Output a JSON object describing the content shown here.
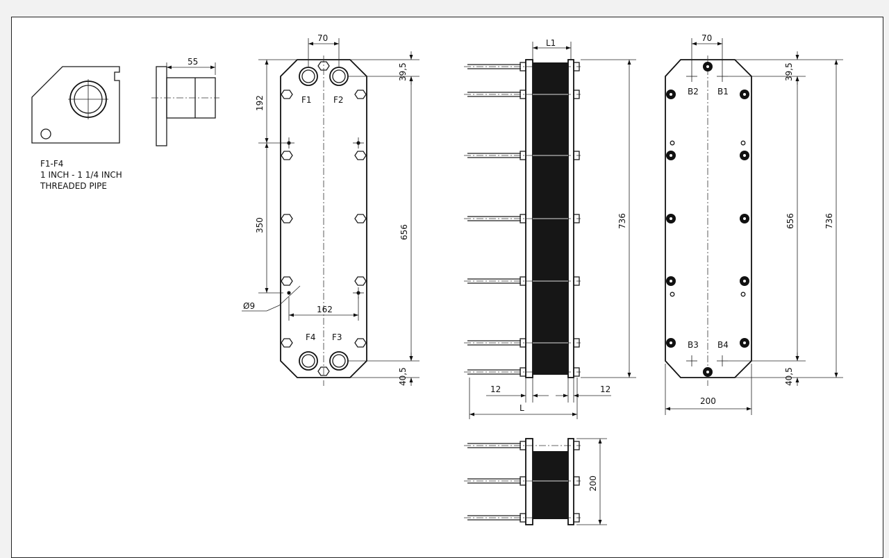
{
  "notes": {
    "ports_title": "F1-F4",
    "ports_size": "1 INCH - 1 1/4 INCH",
    "ports_type": "THREADED PIPE"
  },
  "dims": {
    "d70a": "70",
    "d55": "55",
    "d39a": "39,5",
    "d192": "192",
    "d350": "350",
    "d656a": "656",
    "d9": "Ø9",
    "d162": "162",
    "d40a": "40,5",
    "dL1": "L1",
    "d736a": "736",
    "d12a": "12",
    "d12b": "12",
    "dL": "L",
    "d70b": "70",
    "d39b": "39,5",
    "d656b": "656",
    "d736b": "736",
    "d40b": "40,5",
    "d200a": "200",
    "d200b": "200"
  },
  "ports": {
    "f1": "F1",
    "f2": "F2",
    "f3": "F3",
    "f4": "F4",
    "b1": "B1",
    "b2": "B2",
    "b3": "B3",
    "b4": "B4"
  }
}
